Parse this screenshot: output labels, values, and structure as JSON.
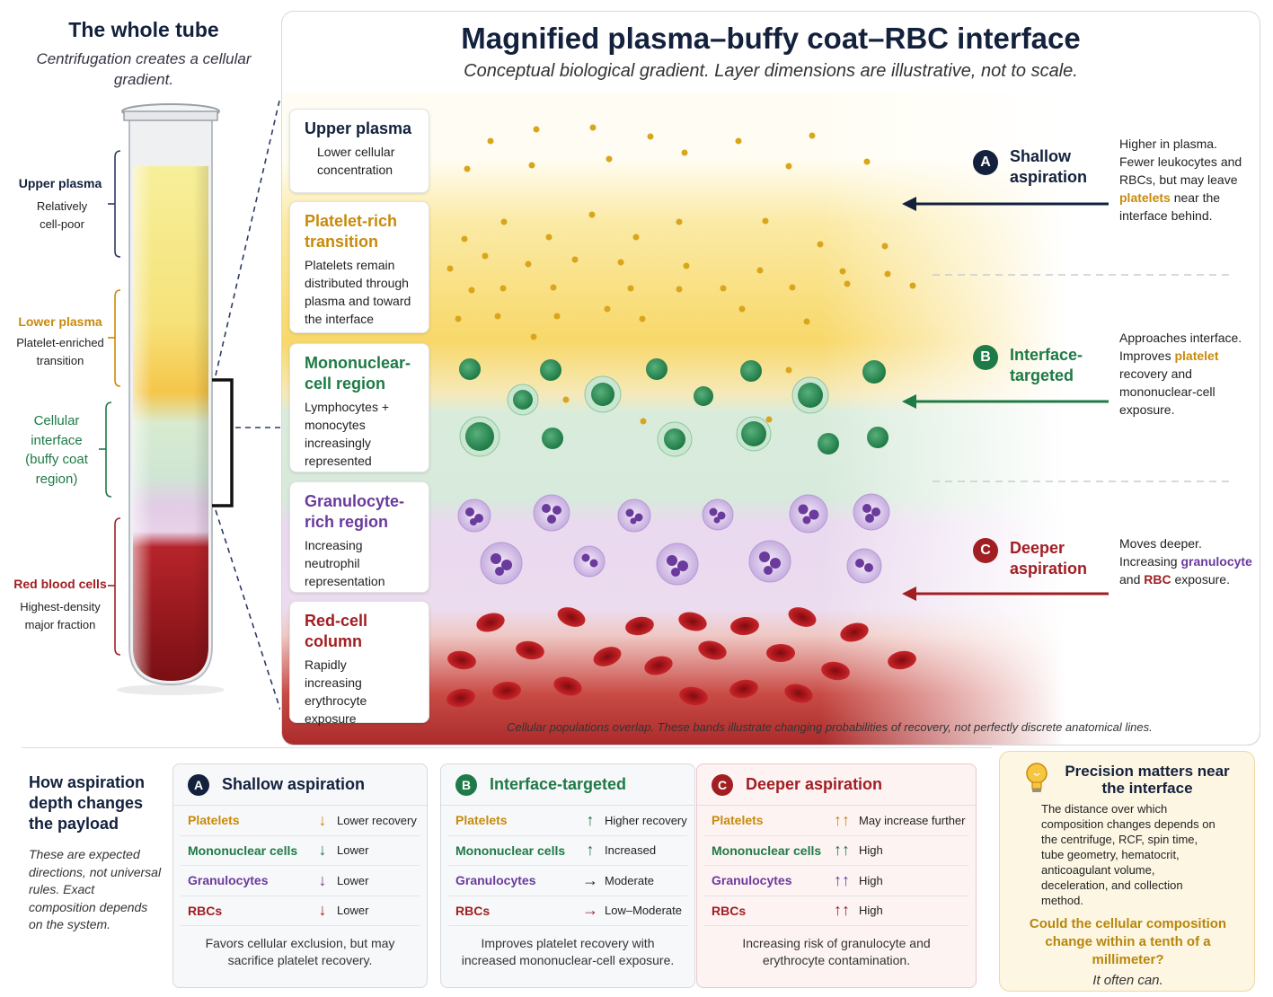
{
  "tube": {
    "title": "The whole tube",
    "subtitle": "Centrifugation creates a cellular gradient.",
    "labels": [
      {
        "heading": "Upper plasma",
        "desc": "Relatively cell-poor"
      },
      {
        "heading": "Lower plasma",
        "desc": "Platelet-enriched transition"
      },
      {
        "heading": "Cellular interface (buffy coat region)",
        "desc": ""
      },
      {
        "heading": "Red blood cells",
        "desc": "Highest-density major fraction"
      }
    ]
  },
  "main": {
    "title": "Magnified plasma–buffy coat–RBC interface",
    "subtitle": "Conceptual biological gradient. Layer dimensions are illustrative, not to scale.",
    "note": "Cellular populations overlap. These bands illustrate changing probabilities of recovery, not perfectly discrete anatomical lines.",
    "layers": [
      {
        "title": "Upper plasma",
        "desc": "Lower cellular concentration"
      },
      {
        "title": "Platelet-rich transition",
        "desc": "Platelets remain distributed through plasma and toward the interface"
      },
      {
        "title": "Mononuclear-cell region",
        "desc": "Lymphocytes + monocytes increasingly represented"
      },
      {
        "title": "Granulocyte-rich region",
        "desc": "Increasing neutrophil representation"
      },
      {
        "title": "Red-cell column",
        "desc": "Rapidly increasing erythrocyte exposure"
      }
    ],
    "aspirations": [
      {
        "letter": "A",
        "title": "Shallow aspiration",
        "desc_1": "Higher in plasma. Fewer leukocytes and RBCs, but may leave ",
        "hl_1": "platelets",
        "desc_2": " near the interface behind."
      },
      {
        "letter": "B",
        "title": "Interface-targeted",
        "desc_1": "Approaches interface. Improves ",
        "hl_1": "platelet",
        "desc_2": " recovery and mononuclear-cell exposure."
      },
      {
        "letter": "C",
        "title": "Deeper aspiration",
        "desc_1": "Moves deeper. Increasing ",
        "hl_1": "granulocyte",
        "desc_2": " and ",
        "hl_2": "RBC",
        "desc_3": " exposure."
      }
    ]
  },
  "bottom": {
    "how_title": "How aspiration depth changes the payload",
    "how_desc": "These are expected directions, not universal rules. Exact composition depends on the system.",
    "tables": [
      {
        "letter": "A",
        "title": "Shallow aspiration",
        "rows": [
          {
            "label": "Platelets",
            "arrow": "↓",
            "value": "Lower recovery"
          },
          {
            "label": "Mononuclear cells",
            "arrow": "↓",
            "value": "Lower"
          },
          {
            "label": "Granulocytes",
            "arrow": "↓",
            "value": "Lower"
          },
          {
            "label": "RBCs",
            "arrow": "↓",
            "value": "Lower"
          }
        ],
        "footer": "Favors cellular exclusion, but may sacrifice platelet recovery."
      },
      {
        "letter": "B",
        "title": "Interface-targeted",
        "rows": [
          {
            "label": "Platelets",
            "arrow": "↑",
            "value": "Higher recovery"
          },
          {
            "label": "Mononuclear cells",
            "arrow": "↑",
            "value": "Increased"
          },
          {
            "label": "Granulocytes",
            "arrow": "→",
            "value": "Moderate"
          },
          {
            "label": "RBCs",
            "arrow": "→",
            "value": "Low–Moderate"
          }
        ],
        "footer": "Improves platelet recovery with increased mononuclear-cell exposure."
      },
      {
        "letter": "C",
        "title": "Deeper aspiration",
        "rows": [
          {
            "label": "Platelets",
            "arrow": "↑↑",
            "value": "May increase further"
          },
          {
            "label": "Mononuclear cells",
            "arrow": "↑↑",
            "value": "High"
          },
          {
            "label": "Granulocytes",
            "arrow": "↑↑",
            "value": "High"
          },
          {
            "label": "RBCs",
            "arrow": "↑↑",
            "value": "High"
          }
        ],
        "footer": "Increasing risk of granulocyte and erythrocyte contamination."
      }
    ],
    "precision": {
      "title": "Precision matters near the interface",
      "desc": "The distance over which composition changes depends on the centrifuge, RCF, spin time, tube geometry, hematocrit, anticoagulant volume, deceleration, and collection method.",
      "question": "Could the cellular composition change within a tenth of a millimeter?",
      "answer": "It often can."
    }
  },
  "colors": {
    "navy": "#13213d",
    "platelet": "#c88a0a",
    "mononuclear": "#1e7a46",
    "granulocyte": "#6a3a9c",
    "rbc": "#a11e22"
  }
}
